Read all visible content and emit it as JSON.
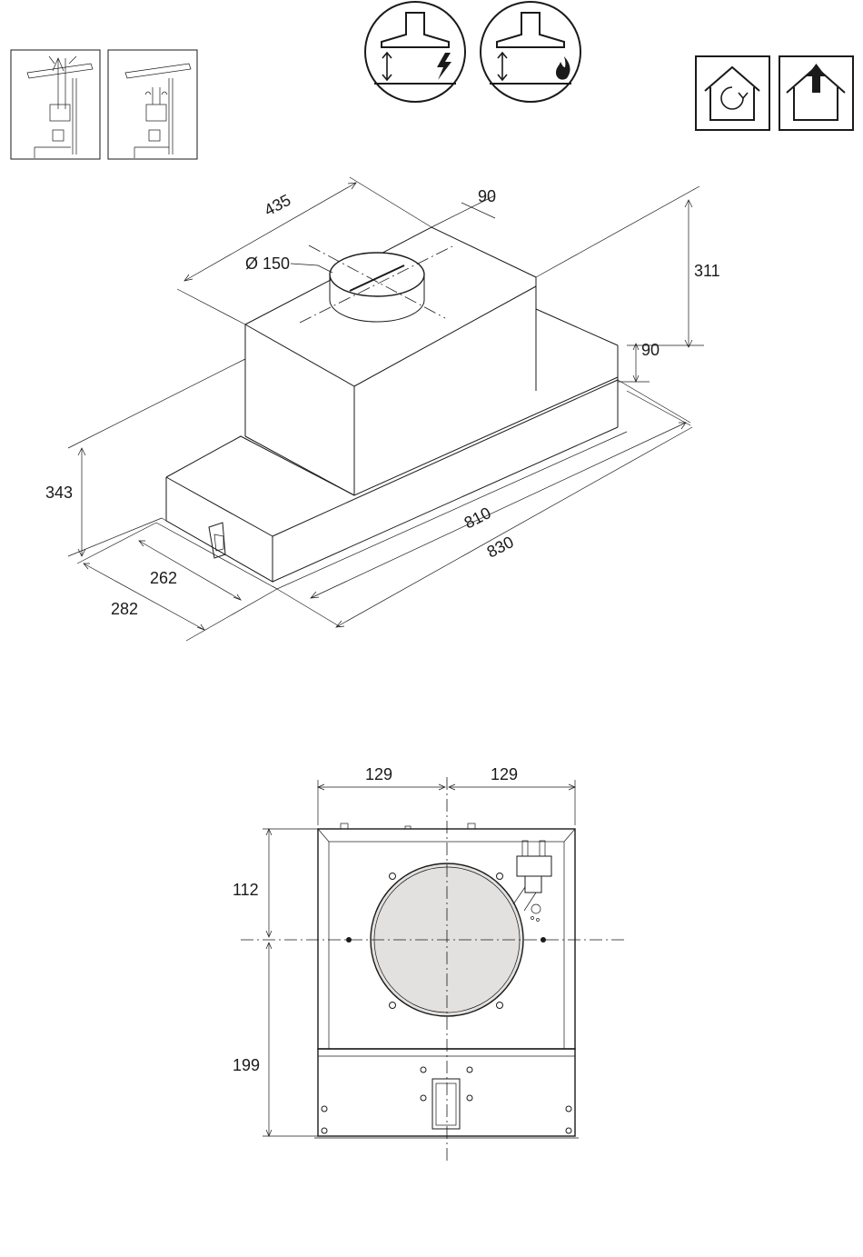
{
  "colors": {
    "line": "#1a1a1a",
    "filter_fill": "#e3e1df",
    "background": "#ffffff"
  },
  "icons": {
    "installation_modes": [
      "ducted-extraction-icon",
      "recirculation-icon"
    ],
    "hob_types": [
      "electric-hob-height-icon",
      "gas-hob-height-icon"
    ],
    "operation_modes": [
      "recirculation-house-icon",
      "extraction-house-icon"
    ]
  },
  "isometric_view": {
    "dimensions": {
      "width_depth": "435",
      "offset_top": "90",
      "outlet_diameter": "Ø 150",
      "total_height": "311",
      "body_height": "90",
      "height_left": "343",
      "inner_width": "810",
      "outer_width": "830",
      "inner_depth": "262",
      "outer_depth": "282"
    }
  },
  "front_view": {
    "dimensions": {
      "left_half": "129",
      "right_half": "129",
      "upper_height": "112",
      "lower_height": "199"
    }
  }
}
